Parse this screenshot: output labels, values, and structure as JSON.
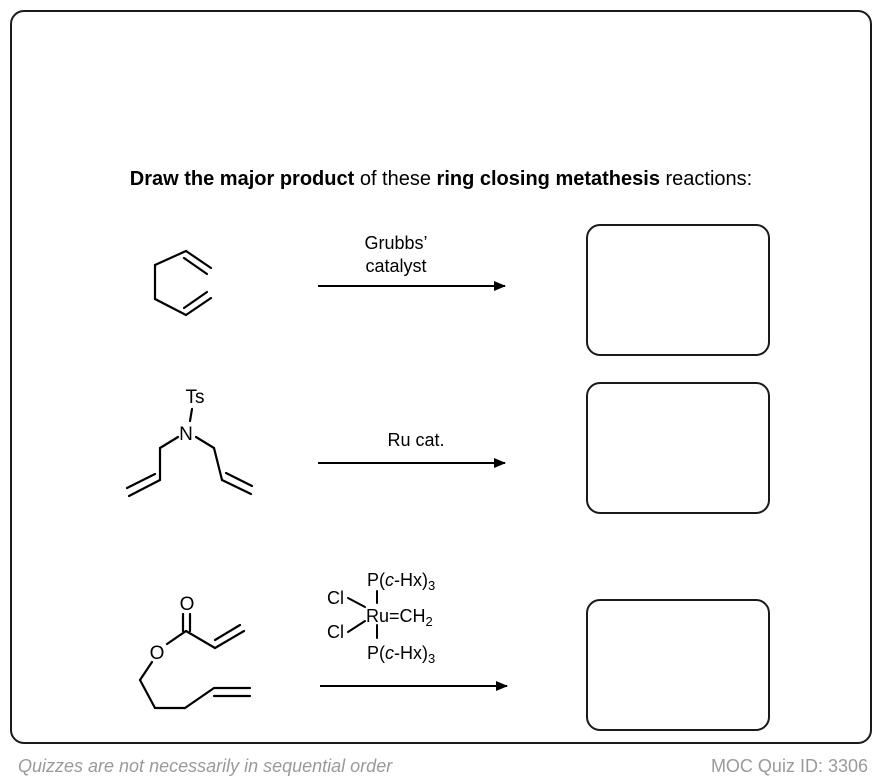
{
  "question": {
    "parts": [
      {
        "text": "Draw the major product",
        "bold": true
      },
      {
        "text": " of these ",
        "bold": false
      },
      {
        "text": "ring closing metathesis",
        "bold": true
      },
      {
        "text": " reactions:",
        "bold": false
      }
    ]
  },
  "reactions": [
    {
      "conditions": [
        "Grubbs’",
        "catalyst"
      ]
    },
    {
      "substituent_label": "Ts",
      "heteroatom_label": "N",
      "conditions": [
        "Ru cat."
      ]
    },
    {
      "carbonyl_oxygen_label": "O",
      "ester_oxygen_label": "O",
      "catalyst": {
        "ligand_top": {
          "prefix": "P(",
          "italic": "c",
          "suffix": "-Hx)",
          "subscript": "3"
        },
        "ligand_bottom": {
          "prefix": "P(",
          "italic": "c",
          "suffix": "-Hx)",
          "subscript": "3"
        },
        "chloride_1": "Cl",
        "chloride_2": "Cl",
        "metal": "Ru",
        "carbene": "=CH",
        "carbene_subscript": "2"
      }
    }
  ],
  "footer": {
    "note": "Quizzes are not necessarily in sequential order",
    "quiz_id": "MOC Quiz ID: 3306"
  },
  "colors": {
    "line": "#000000",
    "frame": "#1a1a1a",
    "footer_text": "#9a9a9a"
  }
}
